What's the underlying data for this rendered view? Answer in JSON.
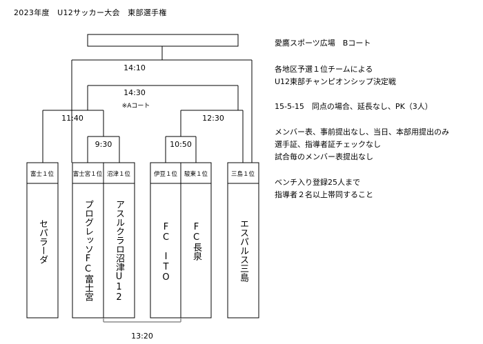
{
  "title": "2023年度　U12サッカー大会　東部選手権",
  "info": {
    "venue": "愛鷹スポーツ広場　Bコート",
    "line1": "各地区予選１位チームによる",
    "line2": "U12東部チャンピオンシップ決定戦",
    "rules": "15-5-15　同点の場合、延長なし、PK（3人）",
    "member1": "メンバー表、事前提出なし、当日、本部用提出のみ",
    "member2": "選手証、指導者証チェックなし",
    "member3": "試合毎のメンバー表提出なし",
    "bench1": "ベンチ入り登録25人まで",
    "bench2": "指導者２名以上帯同すること"
  },
  "bracket": {
    "final_time": "14:10",
    "third_time": "14:30",
    "third_court": "※Aコート",
    "semi_left_time": "11:40",
    "semi_right_time": "12:30",
    "qf_left_time": "9:30",
    "qf_right_time": "10:50",
    "bottom_time": "13:20",
    "teams": [
      {
        "seed": "富士１位",
        "name": "セパラーダ"
      },
      {
        "seed": "富士宮１位",
        "name": "プログレッソFC富士宮"
      },
      {
        "seed": "沼津１位",
        "name": "アスルクラロ沼津U12"
      },
      {
        "seed": "伊豆１位",
        "name": "FC　ITO"
      },
      {
        "seed": "駿東１位",
        "name": "FC長泉"
      },
      {
        "seed": "三島１位",
        "name": "エスパルス三島"
      }
    ]
  }
}
